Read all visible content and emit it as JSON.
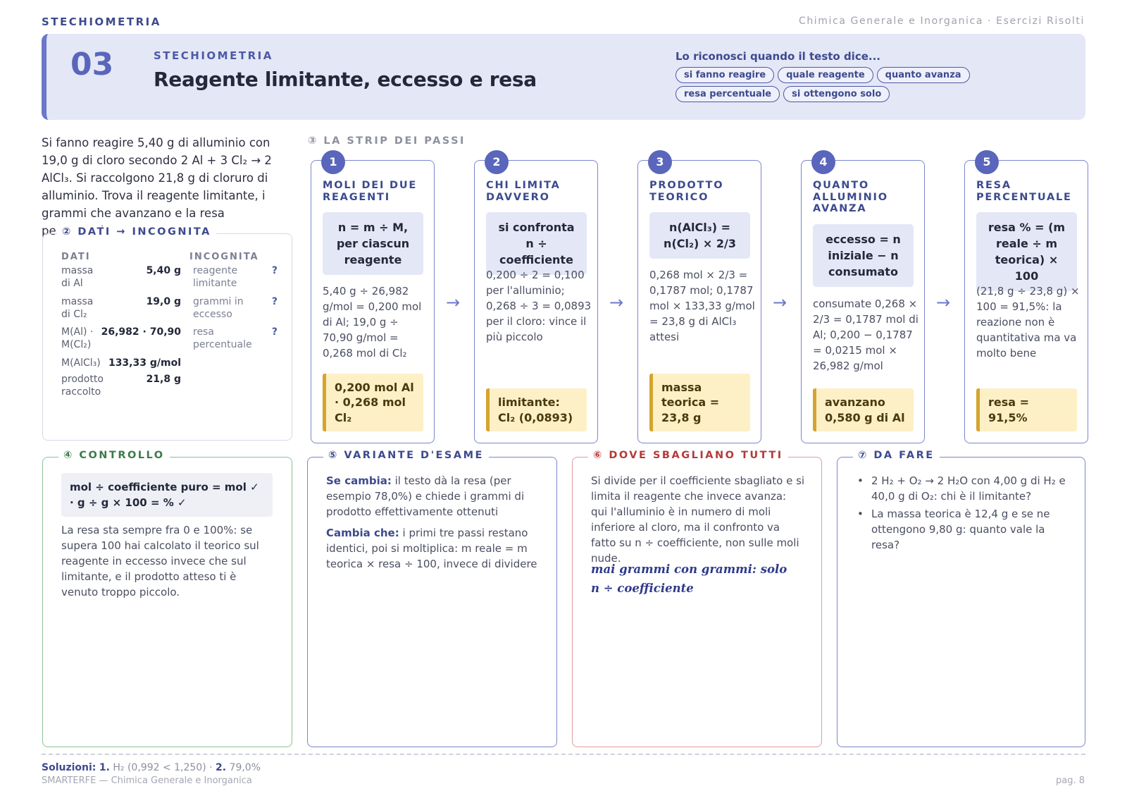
{
  "top": {
    "left": "STECHIOMETRIA",
    "right": "Chimica Generale e Inorganica · Esercizi Risolti"
  },
  "header": {
    "number": "03",
    "kicker": "STECHIOMETRIA",
    "title": "Reagente limitante, eccesso e resa",
    "cue": "Lo riconosci quando il testo dice...",
    "chips": [
      "si fanno reagire",
      "quale reagente",
      "quanto avanza",
      "resa percentuale",
      "si ottengono solo"
    ]
  },
  "problem": "Si fanno reagire 5,40 g di alluminio con 19,0 g di cloro secondo 2 Al + 3 Cl₂ → 2 AlCl₃. Si raccolgono 21,8 g di cloruro di alluminio. Trova il reagente limitante, i grammi che avanzano e la resa percentuale.",
  "dati": {
    "label": "② DATI → INCOGNITA",
    "dati_header": "DATI",
    "incognita_header": "INCOGNITA",
    "rows": [
      {
        "label": "massa\ndi Al",
        "value": "5,40 g"
      },
      {
        "label": "massa\ndi Cl₂",
        "value": "19,0 g"
      },
      {
        "label": "M(Al) ·\nM(Cl₂)",
        "value": "26,982 · 70,90"
      },
      {
        "label": "M(AlCl₃)",
        "value": "133,33 g/mol"
      },
      {
        "label": "prodotto\nraccolto",
        "value": "21,8 g"
      }
    ],
    "incognite": [
      {
        "label": "reagente\nlimitante",
        "mark": "?"
      },
      {
        "label": "grammi in\neccesso",
        "mark": "?"
      },
      {
        "label": "resa\npercentuale",
        "mark": "?"
      }
    ]
  },
  "strip": {
    "label": "③ LA STRIP DEI PASSI",
    "arrow": "→",
    "steps": [
      {
        "num": "1",
        "title": "MOLI DEI DUE REAGENTI",
        "formula": "n = m ÷ M, per ciascun reagente",
        "text": "5,40 g ÷ 26,982 g/mol = 0,200 mol di Al; 19,0 g ÷ 70,90 g/mol = 0,268 mol di Cl₂",
        "result": "0,200 mol Al · 0,268 mol Cl₂"
      },
      {
        "num": "2",
        "title": "CHI LIMITA DAVVERO",
        "formula": "si confronta n ÷ coefficiente",
        "text": "0,200 ÷ 2 = 0,100 per l'alluminio; 0,268 ÷ 3 = 0,0893 per il cloro: vince il più piccolo",
        "result": "limitante: Cl₂ (0,0893)"
      },
      {
        "num": "3",
        "title": "PRODOTTO TEORICO",
        "formula": "n(AlCl₃) = n(Cl₂) × 2/3",
        "text": "0,268 mol × 2/3 = 0,1787 mol; 0,1787 mol × 133,33 g/mol = 23,8 g di AlCl₃ attesi",
        "result": "massa teorica = 23,8 g"
      },
      {
        "num": "4",
        "title": "QUANTO ALLUMINIO AVANZA",
        "formula": "eccesso = n iniziale − n consumato",
        "text": "consumate 0,268 × 2/3 = 0,1787 mol di Al; 0,200 − 0,1787 = 0,0215 mol × 26,982 g/mol",
        "result": "avanzano 0,580 g di Al"
      },
      {
        "num": "5",
        "title": "RESA PERCENTUALE",
        "formula": "resa % = (m reale ÷ m teorica) × 100",
        "text": "(21,8 g ÷ 23,8 g) × 100 = 91,5%: la reazione non è quantitativa ma va molto bene",
        "result": "resa = 91,5%"
      }
    ]
  },
  "controllo": {
    "label": "④ CONTROLLO",
    "check": "mol ÷ coefficiente puro = mol ✓ · g ÷ g × 100 = % ✓",
    "text": "La resa sta sempre fra 0 e 100%: se supera 100 hai calcolato il teorico sul reagente in eccesso invece che sul limitante, e il prodotto atteso ti è venuto troppo piccolo."
  },
  "variante": {
    "label": "⑤ VARIANTE D'ESAME",
    "p1_bold": "Se cambia:",
    "p1_text": " il testo dà la resa (per esempio 78,0%) e chiede i grammi di prodotto effettivamente ottenuti",
    "p2_bold": "Cambia che:",
    "p2_text": " i primi tre passi restano identici, poi si moltiplica: m reale = m teorica × resa ÷ 100, invece di dividere"
  },
  "dove": {
    "label": "⑥ DOVE SBAGLIANO TUTTI",
    "text": "Si divide per il coefficiente sbagliato e si limita il reagente che invece avanza: qui l'alluminio è in numero di moli inferiore al cloro, ma il confronto va fatto su n ÷ coefficiente, non sulle moli nude.",
    "hand": "mai grammi con grammi: solo n ÷ coefficiente"
  },
  "dafare": {
    "label": "⑦ DA FARE",
    "items": [
      "2 H₂ + O₂ → 2 H₂O con 4,00 g di H₂ e 40,0 g di O₂: chi è il limitante?",
      "La massa teorica è 12,4 g e se ne ottengono 9,80 g: quanto vale la resa?"
    ]
  },
  "footer": {
    "sol_label": "Soluzioni:",
    "sol1_num": "1.",
    "sol1": " H₂ (0,992 < 1,250) · ",
    "sol2_num": "2.",
    "sol2": " 79,0%",
    "brand": "SMARTERFE — Chimica Generale e Inorganica",
    "page": "pag. 8"
  }
}
